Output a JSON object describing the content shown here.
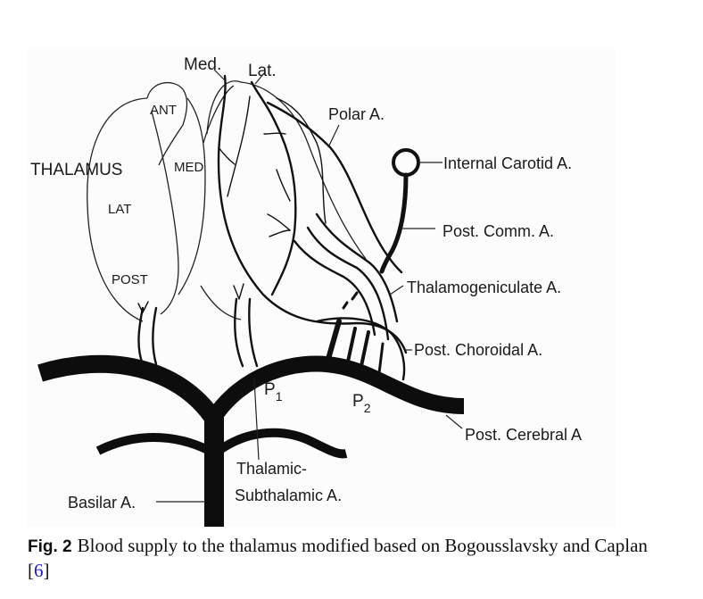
{
  "figure": {
    "labels": {
      "med": "Med.",
      "lat": "Lat.",
      "thalamus": "THALAMUS",
      "ant": "ANT",
      "med_nucleus": "MED",
      "lat_nucleus": "LAT",
      "post_nucleus": "POST",
      "polar": "Polar A.",
      "internal_carotid": "Internal Carotid A.",
      "post_comm": "Post. Comm. A.",
      "thalamogeniculate": "Thalamogeniculate A.",
      "post_choroidal": "Post. Choroidal A.",
      "post_cerebral": "Post. Cerebral A",
      "p1_main": "P",
      "p1_sub": "1",
      "p2_main": "P",
      "p2_sub": "2",
      "thalamic_line1": "Thalamic-",
      "thalamic_line2": "Subthalamic A.",
      "basilar": "Basilar A."
    },
    "colors": {
      "ink": "#111111",
      "panel_background": "#fcfcfc",
      "citation_link": "#1a1adb"
    }
  },
  "caption": {
    "fig_label": "Fig. 2",
    "text": "Blood supply to the thalamus modified based on Bogousslavsky and Caplan ",
    "cite_open": "[",
    "cite_ref": "6",
    "cite_close": "]"
  }
}
